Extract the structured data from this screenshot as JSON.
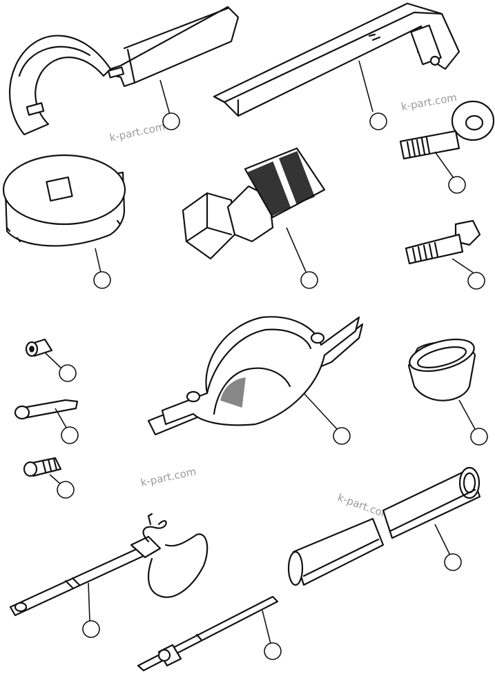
{
  "watermarks": [
    "k-part.com",
    "k-part.com",
    "k-part.com",
    "k-part.com"
  ],
  "parts": [
    {
      "name": "hook-spanner-wrench"
    },
    {
      "name": "bar-tool"
    },
    {
      "name": "eye-bolt"
    },
    {
      "name": "round-cover-plate"
    },
    {
      "name": "hose-coupler"
    },
    {
      "name": "hex-bolt"
    },
    {
      "name": "small-bushing"
    },
    {
      "name": "pin-shaft"
    },
    {
      "name": "short-bolt"
    },
    {
      "name": "split-clamp"
    },
    {
      "name": "ring-collar"
    },
    {
      "name": "rod-with-cable"
    },
    {
      "name": "split-sleeve"
    },
    {
      "name": "t-handle-rod"
    }
  ]
}
